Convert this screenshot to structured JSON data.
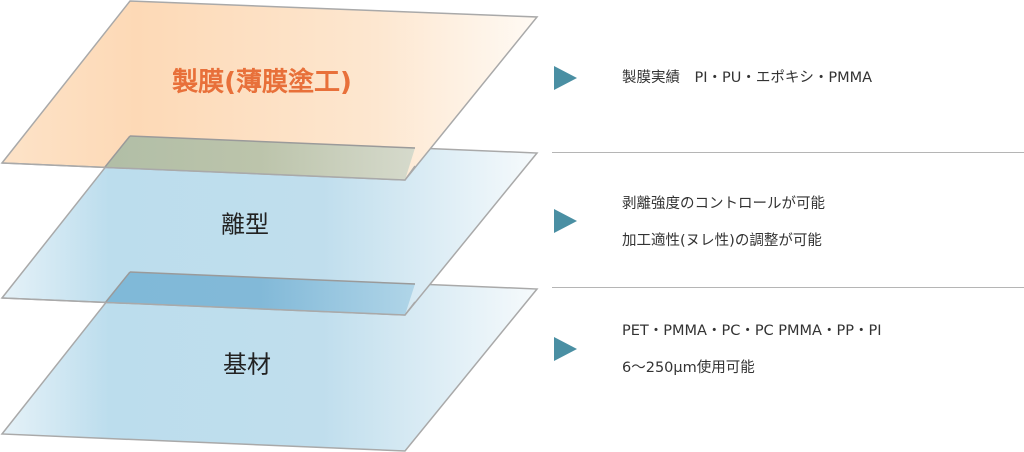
{
  "colors": {
    "title_accent": "#e8703a",
    "arrow": "#4a8fa3",
    "text": "#333333"
  },
  "layers": [
    {
      "id": "film",
      "label": "製膜(薄膜塗工)",
      "fill": "orange"
    },
    {
      "id": "release",
      "label": "離型",
      "fill": "blue"
    },
    {
      "id": "substrate",
      "label": "基材",
      "fill": "blue"
    }
  ],
  "descriptions": [
    {
      "lines": [
        "製膜実績　PI・PU・エポキシ・PMMA"
      ]
    },
    {
      "lines": [
        "剥離強度のコントロールが可能",
        "加工適性(ヌレ性)の調整が可能"
      ]
    },
    {
      "lines": [
        "PET・PMMA・PC・PC PMMA・PP・PI",
        "6〜250μm使用可能"
      ]
    }
  ]
}
